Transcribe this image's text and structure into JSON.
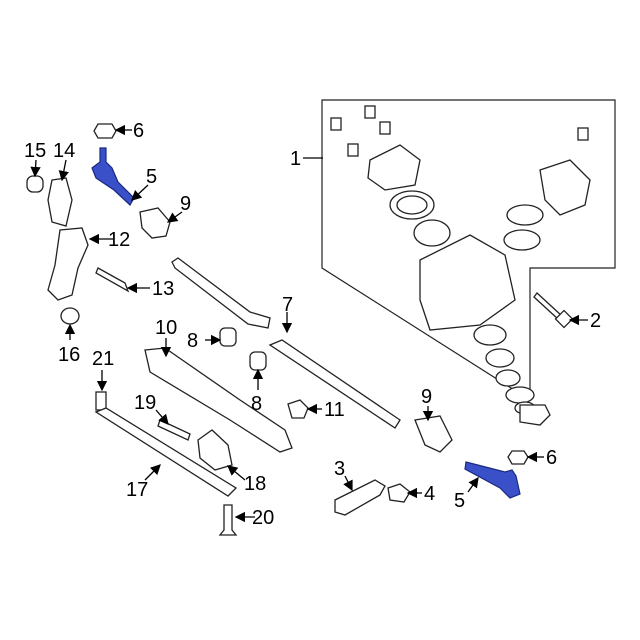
{
  "diagram": {
    "title": "Steering gear and linkage parts diagram",
    "highlight_color": "#3a50c8",
    "callouts": {
      "c1": "1",
      "c2": "2",
      "c3": "3",
      "c4": "4",
      "c5a": "5",
      "c5b": "5",
      "c6a": "6",
      "c6b": "6",
      "c7": "7",
      "c8a": "8",
      "c8b": "8",
      "c9a": "9",
      "c9b": "9",
      "c10": "10",
      "c11": "11",
      "c12": "12",
      "c13": "13",
      "c14": "14",
      "c15": "15",
      "c16": "16",
      "c17": "17",
      "c18": "18",
      "c19": "19",
      "c20": "20",
      "c21": "21"
    }
  }
}
